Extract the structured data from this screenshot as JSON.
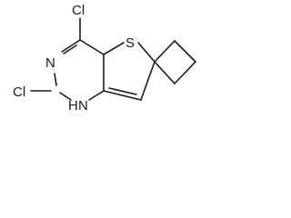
{
  "molecule": {
    "atom_labels": {
      "cl_top": "Cl",
      "cl_left": "Cl",
      "sulfur": "S",
      "nitrogen_ring": "N",
      "nh": "H",
      "nh_n": "N"
    },
    "line_color": "#1a1a1a",
    "background": "#ffffff"
  }
}
